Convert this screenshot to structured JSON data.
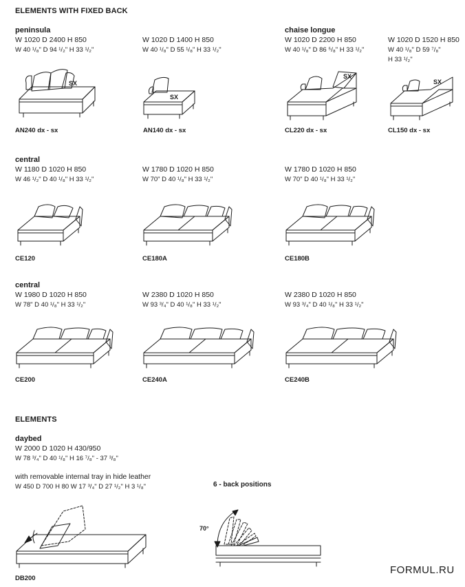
{
  "section_fixed_back": "ELEMENTS WITH FIXED BACK",
  "section_elements": "ELEMENTS",
  "peninsula": {
    "title": "peninsula",
    "items": [
      {
        "metric": "W 1020 D 2400 H 850",
        "imperial": "W 40 ¹/₈\" D 94 ¹/₂\" H 33 ¹/₂\"",
        "code": "AN240 dx - sx",
        "mark": "SX"
      },
      {
        "metric": "W 1020 D 1400 H 850",
        "imperial": "W 40 ¹/₈\" D 55 ¹/₈\" H 33 ¹/₂\"",
        "code": "AN140 dx - sx",
        "mark": "SX"
      }
    ]
  },
  "chaise": {
    "title": "chaise longue",
    "items": [
      {
        "metric": "W 1020 D 2200 H 850",
        "imperial": "W 40 ¹/₈\" D 86 ⁵/₈\" H 33 ¹/₂\"",
        "code": "CL220 dx - sx",
        "mark": "SX"
      },
      {
        "metric": "W 1020 D 1520 H 850",
        "imperial1": "W 40 ¹/₈\" D 59 ⁷/₈\"",
        "imperial2": "H 33 ¹/₂\"",
        "code": "CL150 dx - sx",
        "mark": "SX"
      }
    ]
  },
  "central1": {
    "title": "central",
    "items": [
      {
        "metric": "W 1180 D 1020 H 850",
        "imperial": "W 46 ¹/₂\" D 40 ¹/₈\" H 33 ¹/₂\"",
        "code": "CE120"
      },
      {
        "metric": "W 1780 D 1020 H 850",
        "imperial": "W 70\" D 40 ¹/₈\" H 33 ¹/₂\"",
        "code": "CE180A"
      },
      {
        "metric": "W 1780 D 1020 H 850",
        "imperial": "W 70\" D 40 ¹/₈\" H 33 ¹/₂\"",
        "code": "CE180B"
      }
    ]
  },
  "central2": {
    "title": "central",
    "items": [
      {
        "metric": "W 1980 D 1020 H 850",
        "imperial": "W 78\" D 40 ¹/₈\" H 33 ¹/₂\"",
        "code": "CE200"
      },
      {
        "metric": "W 2380 D 1020 H 850",
        "imperial": "W 93 ³/₄\" D 40 ¹/₈\" H 33 ¹/₂\"",
        "code": "CE240A"
      },
      {
        "metric": "W 2380 D 1020 H 850",
        "imperial": "W 93 ³/₄\" D 40 ¹/₈\" H 33 ¹/₂\"",
        "code": "CE240B"
      }
    ]
  },
  "daybed": {
    "title": "daybed",
    "metric": "W 2000 D 1020 H 430/950",
    "imperial": "W 78 ³/₄\" D 40 ¹/₈\" H 16 ⁷/₈\" - 37 ³/₈\"",
    "tray_note": "with removable internal tray in hide leather",
    "tray_dims": "W 450 D 700 H 80 W 17 ³/₄\" D 27 ¹/₂\" H 3 ¹/₈\"",
    "back_positions": "6 - back positions",
    "angle": "70°",
    "code": "DB200"
  },
  "brand": "FORMUL.RU"
}
